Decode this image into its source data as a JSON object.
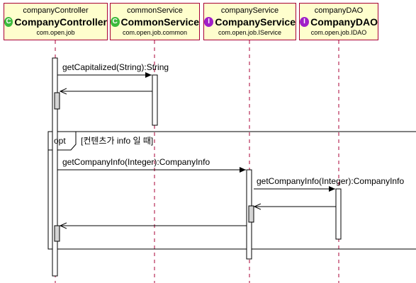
{
  "participants": [
    {
      "alias": "companyController",
      "name": "CompanyController",
      "package": "com.open.job",
      "stereotype": "C",
      "kind": "class"
    },
    {
      "alias": "commonService",
      "name": "CommonService",
      "package": "com.open.job.common",
      "stereotype": "C",
      "kind": "class"
    },
    {
      "alias": "companyService",
      "name": "CompanyService",
      "package": "com.open.job.IService",
      "stereotype": "I",
      "kind": "interface"
    },
    {
      "alias": "companyDAO",
      "name": "CompanyDAO",
      "package": "com.open.job.IDAO",
      "stereotype": "I",
      "kind": "interface"
    }
  ],
  "messages": {
    "m1": "getCapitalized(String):String",
    "m2": "getCompanyInfo(Integer):CompanyInfo",
    "m3": "getCompanyInfo(Integer):CompanyInfo"
  },
  "fragment": {
    "operator": "opt",
    "guard": "[컨텐츠가 info 일 때]"
  },
  "colors": {
    "participant_fill": "#fefecd",
    "participant_border": "#a80036",
    "class_badge": "#3dba3d",
    "interface_badge": "#a020c8",
    "lifeline": "#a80036"
  }
}
